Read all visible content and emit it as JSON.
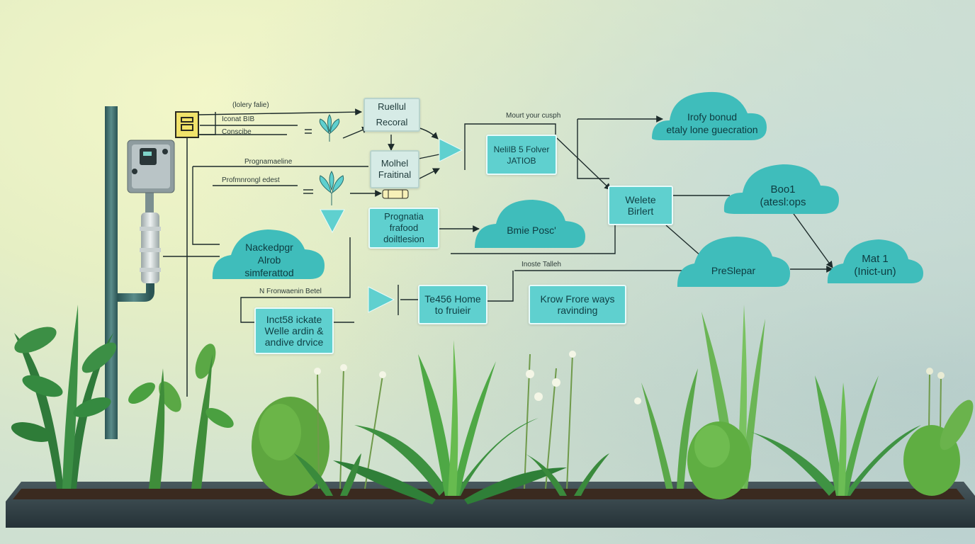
{
  "diagram": {
    "left_labels": {
      "l1": "(lolery falie)",
      "l2": "Iconat BIB",
      "l3": "Conscibe",
      "l4": "Prognamaeline",
      "l5": "Profmnrongl edest",
      "l6": "N Fronwaenin Betel"
    },
    "top_box": {
      "line1": "Ruellul",
      "line2": "Recoral"
    },
    "mid_box": {
      "line1": "Molhel",
      "line2": "Fraitinal"
    },
    "program_box": {
      "line1": "Prognatia",
      "line2": "frafood",
      "line3": "doiltlesion"
    },
    "neliib_box": {
      "line1": "NeliIB 5 Folver",
      "line2": "JATIOB"
    },
    "welete_box": {
      "line1": "Welete",
      "line2": "Birlert"
    },
    "tet56_box": {
      "line1": "Te456 Home",
      "line2": "to fruieir"
    },
    "krow_box": {
      "line1": "Krow Frore ways",
      "line2": "ravinding"
    },
    "inct_box": {
      "line1": "Inct58 ickate",
      "line2": "Welle ardin &",
      "line3": "andive drvice"
    },
    "mid_labels": {
      "mount": "Mourt your cusph",
      "inoste": "Inoste Talleh"
    },
    "clouds": {
      "c1": {
        "line1": "Irofy bonud",
        "line2": "etaly lone guecration"
      },
      "c2": {
        "line1": "Boo1",
        "line2": "(atesl:ops"
      },
      "c3": {
        "line1": "Bmie Posc'"
      },
      "c4": {
        "line1": "PreSlepar"
      },
      "c5": {
        "line1": "Mat 1",
        "line2": "(Inict-un)"
      },
      "c6": {
        "line1": "Nackedpgr",
        "line2": "Alrob",
        "line3": "simferattod"
      }
    }
  },
  "colors": {
    "node_fill": "#5fd0cf",
    "cloud_fill": "#3fbdbb",
    "line": "#1d2b2b",
    "pipe": "#3f6e6e",
    "soil": "#3a2a1f",
    "planter": "#2f3d42"
  },
  "icons": {
    "junction": "junction-box-icon",
    "meter": "water-meter-icon",
    "sprout": "sprout-icon",
    "funnel": "triangle-marker-icon",
    "valve": "valve-icon"
  }
}
